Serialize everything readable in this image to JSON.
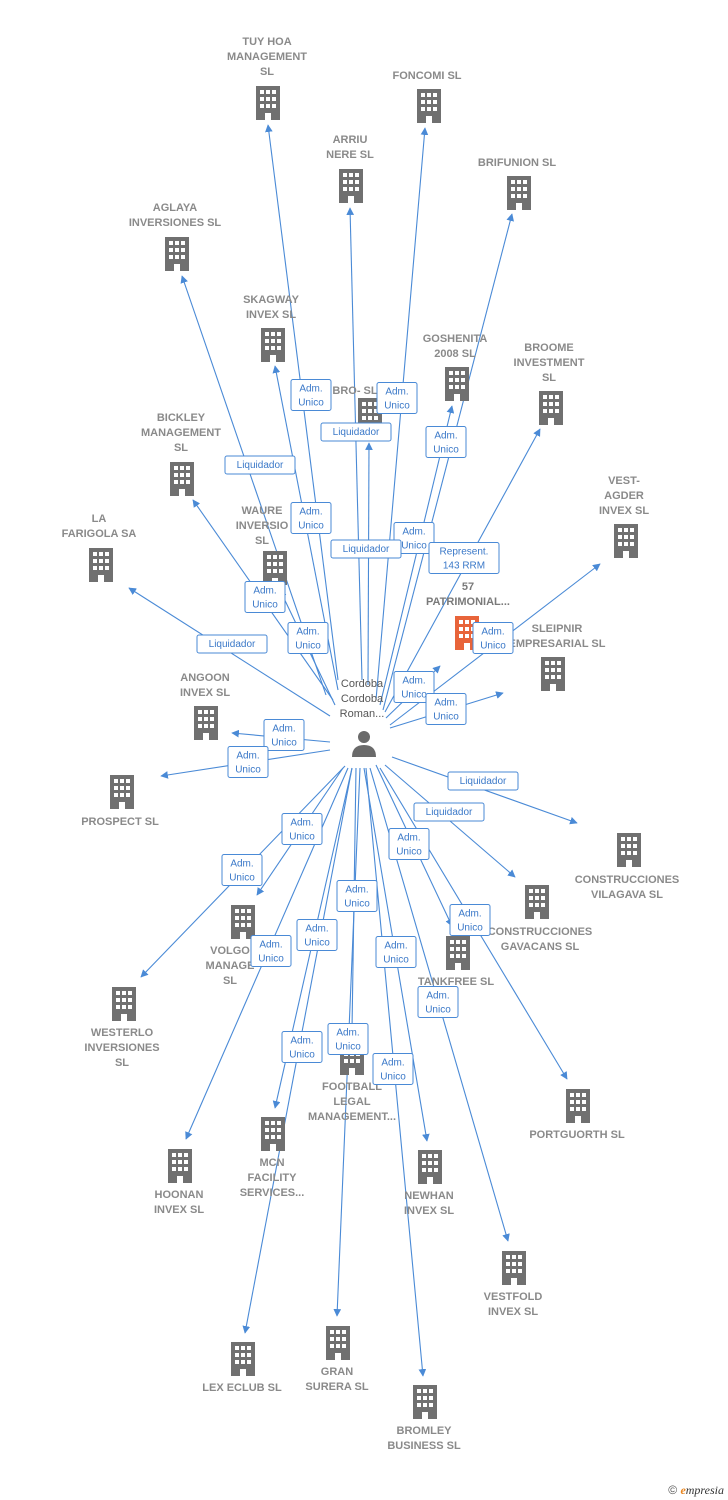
{
  "center": {
    "label": [
      "Cordoba",
      "Cordoba",
      "Roman..."
    ]
  },
  "colors": {
    "edge": "#4a8ad6",
    "building": "#707070",
    "focus": "#e8643a",
    "label": "#8a8a8a"
  },
  "nodes": [
    {
      "id": "tuy",
      "label": [
        "TUY HOA",
        "MANAGEMENT",
        "SL"
      ]
    },
    {
      "id": "foncomi",
      "label": [
        "FONCOMI SL"
      ]
    },
    {
      "id": "arriu",
      "label": [
        "ARRIU",
        "NERE SL"
      ]
    },
    {
      "id": "brifunion",
      "label": [
        "BRIFUNION SL"
      ]
    },
    {
      "id": "aglaya",
      "label": [
        "AGLAYA",
        "INVERSIONES SL"
      ]
    },
    {
      "id": "skagway",
      "label": [
        "SKAGWAY",
        "INVEX  SL"
      ]
    },
    {
      "id": "goshenita",
      "label": [
        "GOSHENITA",
        "2008 SL"
      ]
    },
    {
      "id": "broome",
      "label": [
        "BROOME",
        "INVESTMENT",
        "SL"
      ]
    },
    {
      "id": "bro",
      "label": [
        "BRO- SL"
      ]
    },
    {
      "id": "bickley",
      "label": [
        "BICKLEY",
        "MANAGEMENT",
        "SL"
      ]
    },
    {
      "id": "vest",
      "label": [
        "VEST-",
        "AGDER",
        "INVEX  SL"
      ]
    },
    {
      "id": "waure",
      "label": [
        "WAURE",
        "INVERSIO",
        "SL"
      ]
    },
    {
      "id": "farigola",
      "label": [
        "LA",
        "FARIGOLA SA"
      ]
    },
    {
      "id": "focus",
      "label": [
        "57",
        "PATRIMONIAL..."
      ],
      "focus": true
    },
    {
      "id": "sleipnir",
      "label": [
        "SLEIPNIR",
        "EMPRESARIAL SL"
      ]
    },
    {
      "id": "angoon",
      "label": [
        "ANGOON",
        "INVEX  SL"
      ]
    },
    {
      "id": "prospect",
      "label": [
        "PROSPECT SL"
      ]
    },
    {
      "id": "vilagava",
      "label": [
        "CONSTRUCCIONES",
        "VILAGAVA SL"
      ]
    },
    {
      "id": "gavacans",
      "label": [
        "CONSTRUCCIONES",
        "GAVACANS SL"
      ]
    },
    {
      "id": "volgo",
      "label": [
        "VOLGO",
        "MANAGE",
        "SL"
      ]
    },
    {
      "id": "tankfree",
      "label": [
        "TANKFREE SL"
      ]
    },
    {
      "id": "westerlo",
      "label": [
        "WESTERLO",
        "INVERSIONES",
        "SL"
      ]
    },
    {
      "id": "football",
      "label": [
        "FOOTBALL",
        "LEGAL",
        "MANAGEMENT..."
      ]
    },
    {
      "id": "portguorth",
      "label": [
        "PORTGUORTH SL"
      ]
    },
    {
      "id": "mcn",
      "label": [
        "MCN",
        "FACILITY",
        "SERVICES..."
      ]
    },
    {
      "id": "hoonan",
      "label": [
        "HOONAN",
        "INVEX  SL"
      ]
    },
    {
      "id": "newhan",
      "label": [
        "NEWHAN",
        "INVEX  SL"
      ]
    },
    {
      "id": "vestfold",
      "label": [
        "VESTFOLD",
        "INVEX  SL"
      ]
    },
    {
      "id": "lexeclub",
      "label": [
        "LEX ECLUB  SL"
      ]
    },
    {
      "id": "gransurera",
      "label": [
        "GRAN",
        "SURERA SL"
      ]
    },
    {
      "id": "bromley",
      "label": [
        "BROMLEY",
        "BUSINESS  SL"
      ]
    }
  ],
  "edges": [
    {
      "to": "tuy",
      "label": [
        "Adm.",
        "Unico"
      ]
    },
    {
      "to": "foncomi",
      "label": [
        "Adm.",
        "Unico"
      ]
    },
    {
      "to": "arriu",
      "label": [
        "Liquidador"
      ]
    },
    {
      "to": "brifunion",
      "label": [
        "Adm.",
        "Unico"
      ]
    },
    {
      "to": "aglaya",
      "label": [
        "Liquidador"
      ]
    },
    {
      "to": "skagway",
      "label": [
        "Adm.",
        "Unico"
      ]
    },
    {
      "to": "goshenita",
      "label": [
        "Adm.",
        "Unico"
      ]
    },
    {
      "to": "broome",
      "label": [
        "Represent.",
        "143 RRM"
      ]
    },
    {
      "to": "bro",
      "label": [
        "Liquidador"
      ]
    },
    {
      "to": "bickley",
      "label": [
        "Adm.",
        "Unico"
      ]
    },
    {
      "to": "vest",
      "label": [
        "Adm.",
        "Unico"
      ]
    },
    {
      "to": "waure",
      "label": [
        "Adm.",
        "Unico"
      ]
    },
    {
      "to": "farigola",
      "label": [
        "Liquidador"
      ]
    },
    {
      "to": "focus",
      "label": [
        "Adm.",
        "Unico"
      ]
    },
    {
      "to": "sleipnir",
      "label": [
        "Adm.",
        "Unico"
      ]
    },
    {
      "to": "angoon",
      "label": [
        "Adm.",
        "Unico"
      ]
    },
    {
      "to": "prospect",
      "label": [
        "Adm.",
        "Unico"
      ]
    },
    {
      "to": "vilagava",
      "label": [
        "Liquidador"
      ]
    },
    {
      "to": "gavacans",
      "label": [
        "Liquidador"
      ]
    },
    {
      "to": "volgo",
      "label": [
        "Adm.",
        "Unico"
      ]
    },
    {
      "to": "tankfree",
      "label": [
        "Adm.",
        "Unico"
      ]
    },
    {
      "to": "westerlo",
      "label": [
        "Adm.",
        "Unico"
      ]
    },
    {
      "to": "football",
      "label": [
        "Adm.",
        "Unico"
      ]
    },
    {
      "to": "portguorth",
      "label": [
        "Adm.",
        "Unico"
      ]
    },
    {
      "to": "mcn",
      "label": [
        "Adm.",
        "Unico"
      ]
    },
    {
      "to": "hoonan",
      "label": [
        "Adm.",
        "Unico"
      ]
    },
    {
      "to": "newhan",
      "label": [
        "Adm.",
        "Unico"
      ]
    },
    {
      "to": "vestfold",
      "label": [
        "Adm.",
        "Unico"
      ]
    },
    {
      "to": "lexeclub",
      "label": [
        "Adm.",
        "Unico"
      ]
    },
    {
      "to": "gransurera",
      "label": [
        "Adm.",
        "Unico"
      ]
    },
    {
      "to": "bromley",
      "label": [
        "Adm.",
        "Unico"
      ]
    }
  ],
  "footer": {
    "copyright": "©",
    "brand_initial": "e",
    "brand_rest": "mpresia"
  }
}
